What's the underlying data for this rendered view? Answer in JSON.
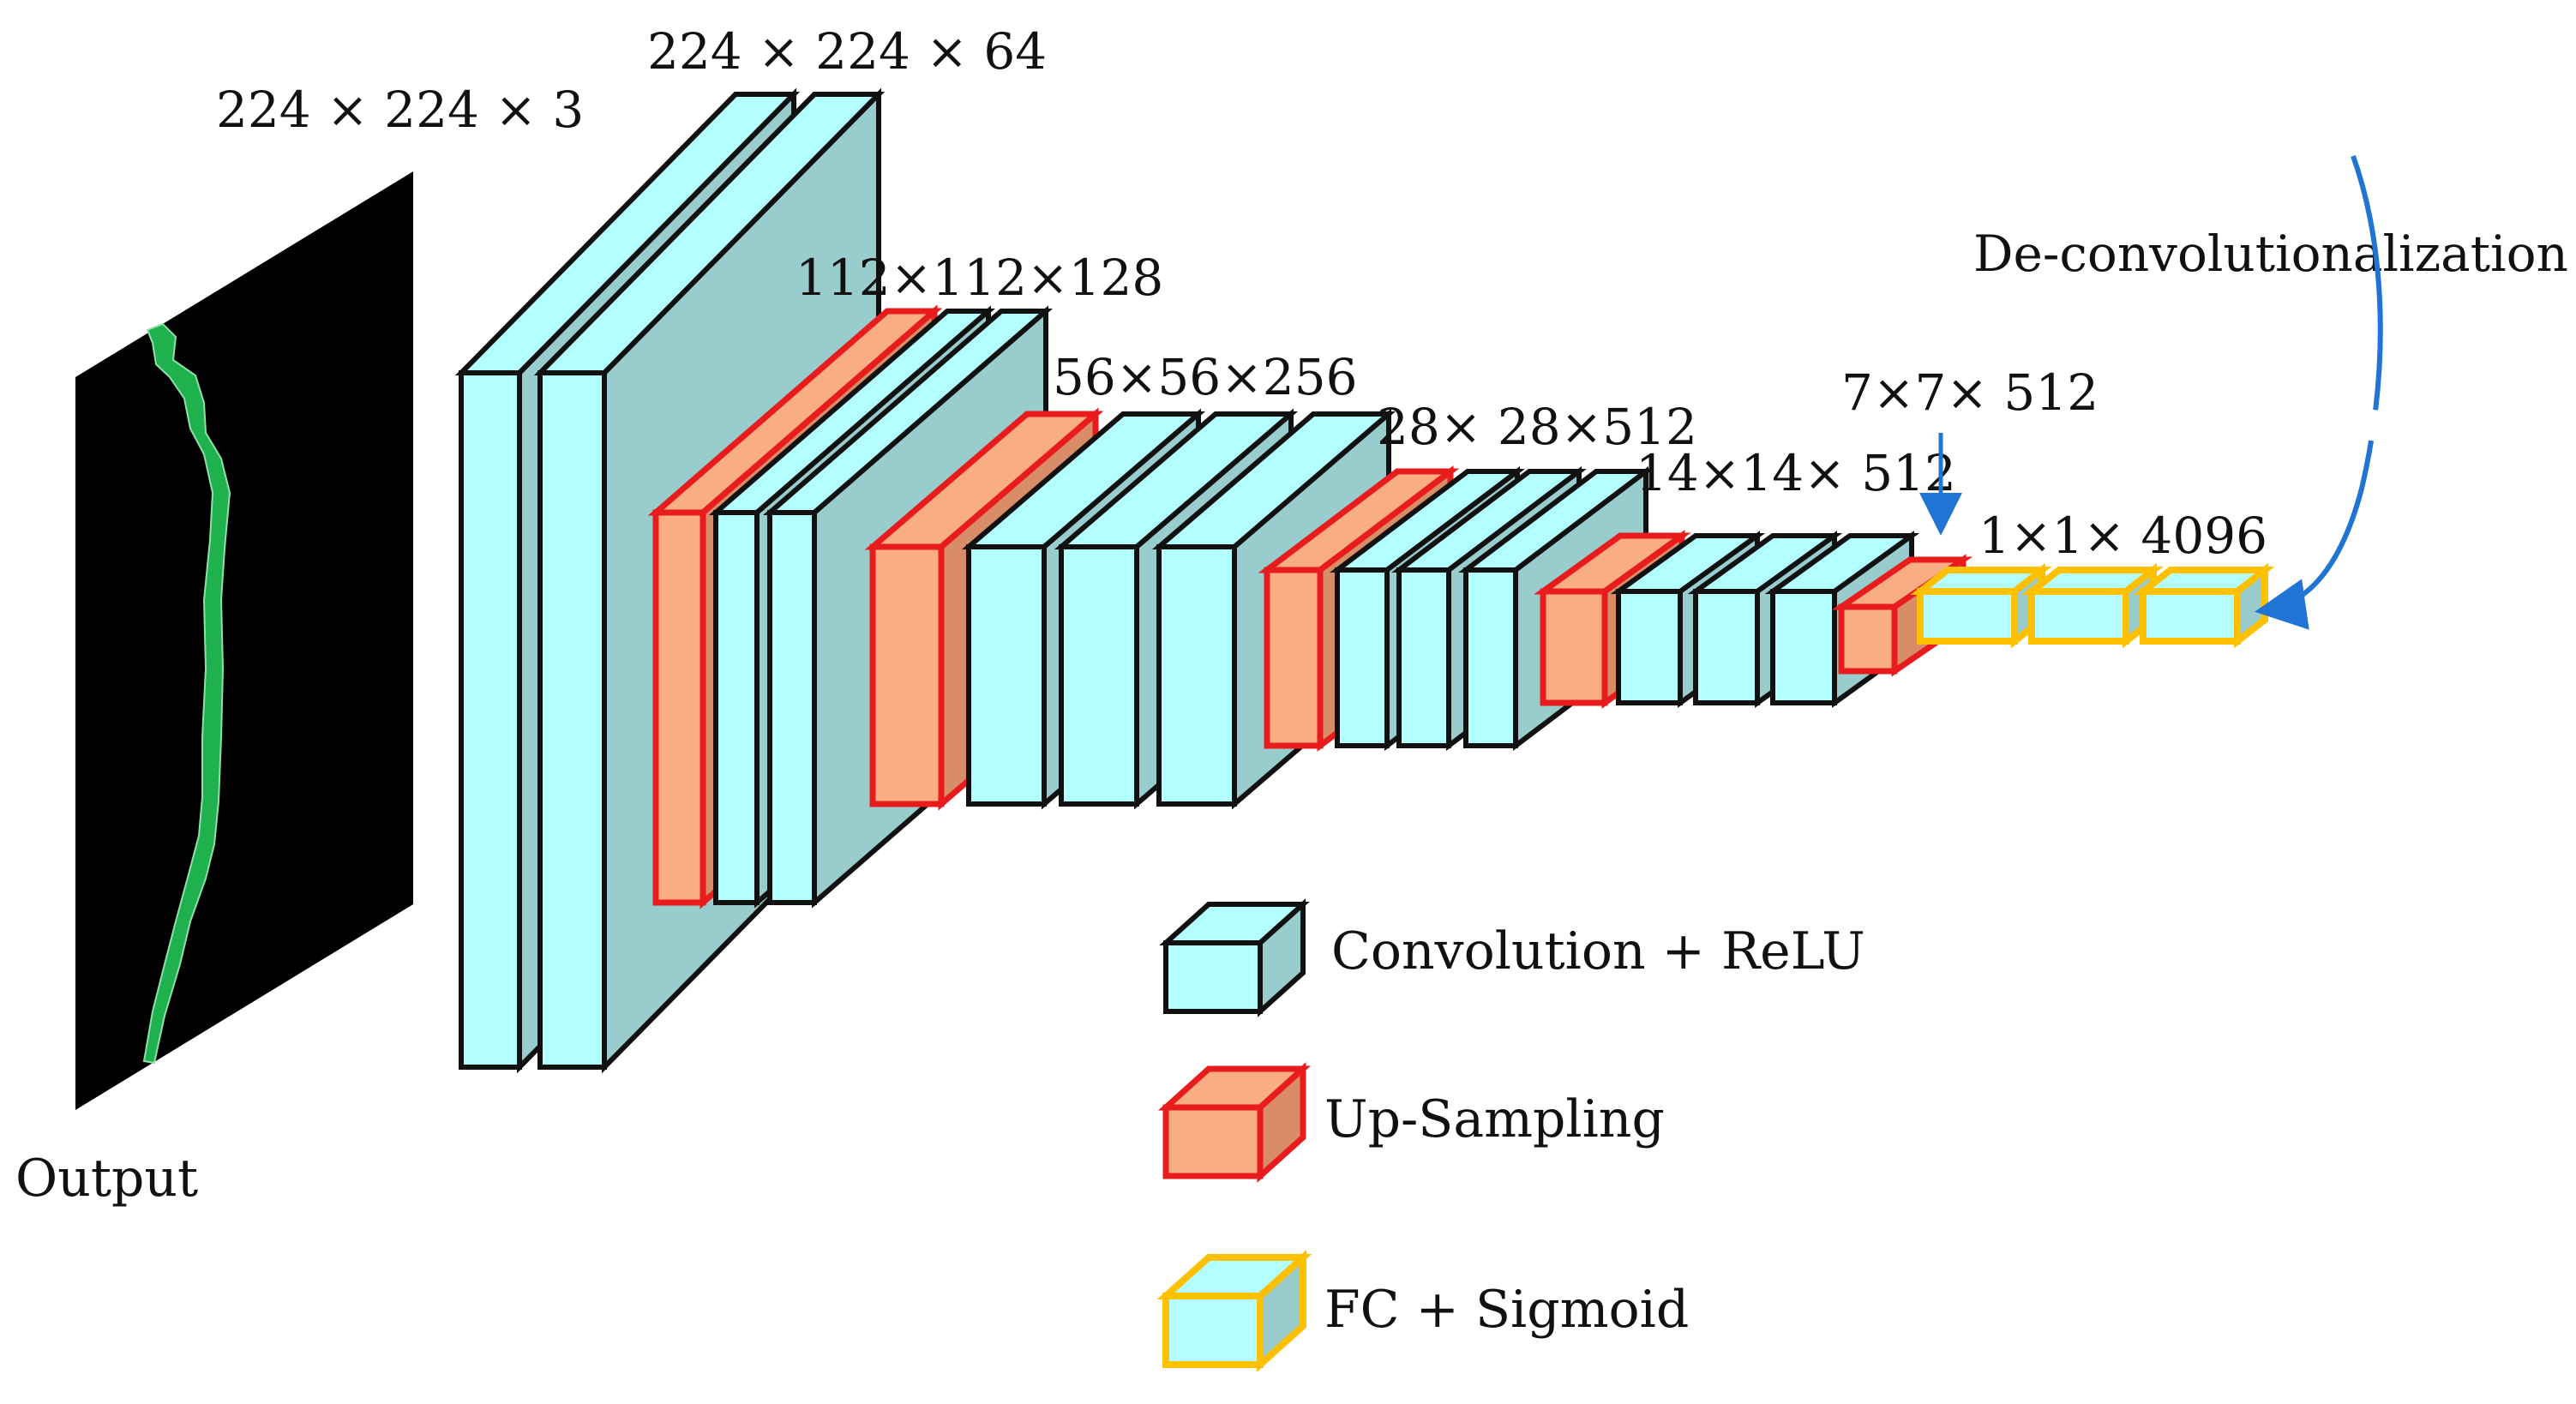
{
  "output_label": "Output",
  "dims": {
    "d224x3": "224 × 224 × 3",
    "d224x64": "224 × 224 × 64",
    "d112": "112×112×128",
    "d56": "56×56×256",
    "d28": "28× 28×512",
    "d14": "14×14× 512",
    "d7": "7×7× 512",
    "d1": "1×1× 4096"
  },
  "annotation": "De-convolutionalization",
  "legend": {
    "conv": "Convolution + ReLU",
    "up": "Up-Sampling",
    "fc": "FC + Sigmoid"
  },
  "colors": {
    "conv_face": "#b3ffff",
    "conv_side": "#99cccc",
    "conv_stroke": "#111111",
    "up_face": "#f9ad84",
    "up_side": "#d98c68",
    "up_stroke": "#e81c1c",
    "fc_stroke": "#ffc000",
    "arrow": "#1f74d4",
    "output_bg": "#000000",
    "crack": "#1fb14d"
  }
}
